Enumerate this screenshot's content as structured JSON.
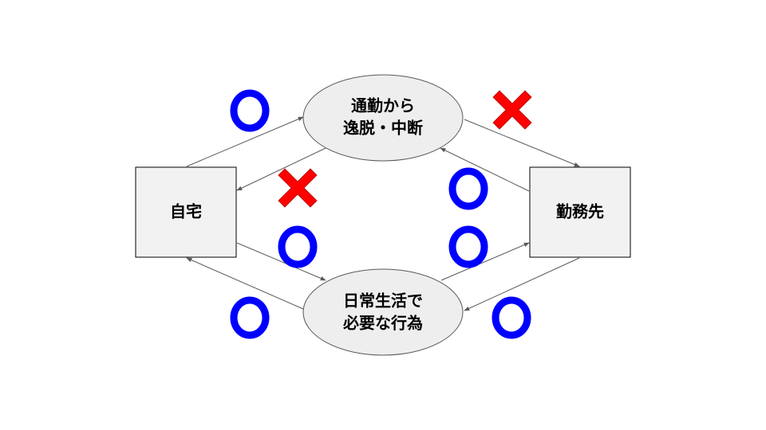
{
  "nodes": {
    "home": {
      "label": "自宅"
    },
    "work": {
      "label": "勤務先"
    },
    "deviation": {
      "lines": [
        "通勤から",
        "逸脱・中断"
      ]
    },
    "daily": {
      "lines": [
        "日常生活で",
        "必要な行為"
      ]
    }
  },
  "marks": {
    "ok_symbol": "circle",
    "ng_symbol": "cross",
    "ok_color": "#0000ff",
    "ng_color": "#ff0000"
  }
}
